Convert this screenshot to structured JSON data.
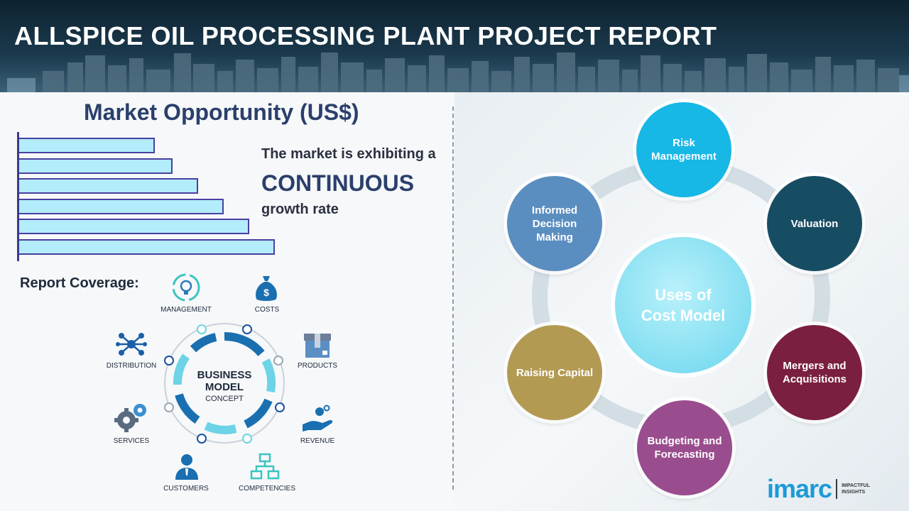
{
  "header": {
    "title": "ALLSPICE OIL PROCESSING PLANT PROJECT REPORT"
  },
  "market": {
    "title": "Market Opportunity (US$)",
    "line1": "The market is exhibiting a",
    "line2": "CONTINUOUS",
    "line3": "growth rate",
    "bars": [
      0.53,
      0.6,
      0.7,
      0.8,
      0.9,
      1.0
    ]
  },
  "coverage": {
    "title": "Report Coverage:",
    "center_line1": "BUSINESS",
    "center_line2": "MODEL",
    "center_line3": "CONCEPT",
    "labels": {
      "management": "MANAGEMENT",
      "costs": "COSTS",
      "distribution": "DISTRIBUTION",
      "products": "PRODUCTS",
      "services": "SERVICES",
      "revenue": "REVENUE",
      "customers": "CUSTOMERS",
      "competencies": "COMPETENCIES"
    }
  },
  "uses": {
    "center_line1": "Uses of",
    "center_line2": "Cost Model",
    "nodes": {
      "risk": "Risk Management",
      "valuation": "Valuation",
      "mergers": "Mergers and Acquisitions",
      "budgeting": "Budgeting and Forecasting",
      "raising": "Raising Capital",
      "informed": "Informed Decision Making"
    },
    "colors": {
      "risk": "#17b7e6",
      "valuation": "#174d63",
      "mergers": "#7a1f3f",
      "budgeting": "#9a4d8e",
      "raising": "#b39a53",
      "informed": "#5b8ec0"
    }
  },
  "logo": {
    "word": "imarc",
    "tag1": "IMPACTFUL",
    "tag2": "INSIGHTS"
  }
}
